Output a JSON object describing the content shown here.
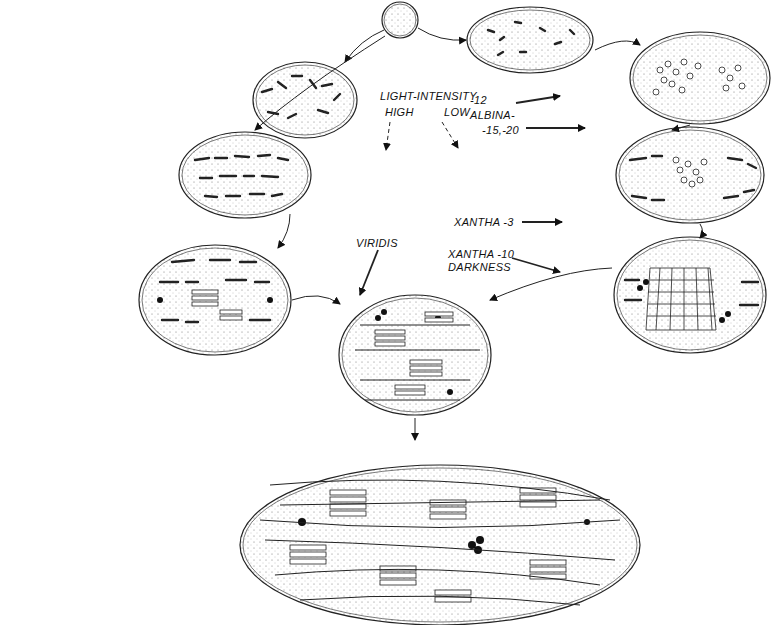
{
  "diagram": {
    "labels": [
      "LIGHT-INTENSITY",
      "HIGH",
      "LOW",
      "-12",
      "ALBINA-",
      "-15,-20",
      "VIRIDIS",
      "XANTHA -3",
      "XANTHA -10",
      "DARKNESS"
    ]
  }
}
